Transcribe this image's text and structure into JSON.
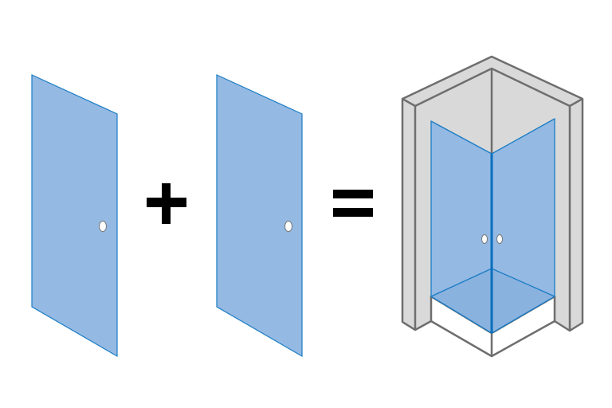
{
  "colors": {
    "glass_fill": "#94b9e3",
    "glass_stroke": "#1a7cc4",
    "wall_fill": "#d9d9d9",
    "wall_stroke": "#6e6e6e",
    "symbol": "#000000",
    "tray_fill": "#ffffff"
  },
  "diagram": {
    "items": [
      {
        "kind": "glass-panel",
        "has_handle": true
      },
      {
        "kind": "plus-sign"
      },
      {
        "kind": "glass-panel",
        "has_handle": true
      },
      {
        "kind": "equals-sign"
      },
      {
        "kind": "corner-shower-enclosure",
        "handles": 2
      }
    ]
  }
}
